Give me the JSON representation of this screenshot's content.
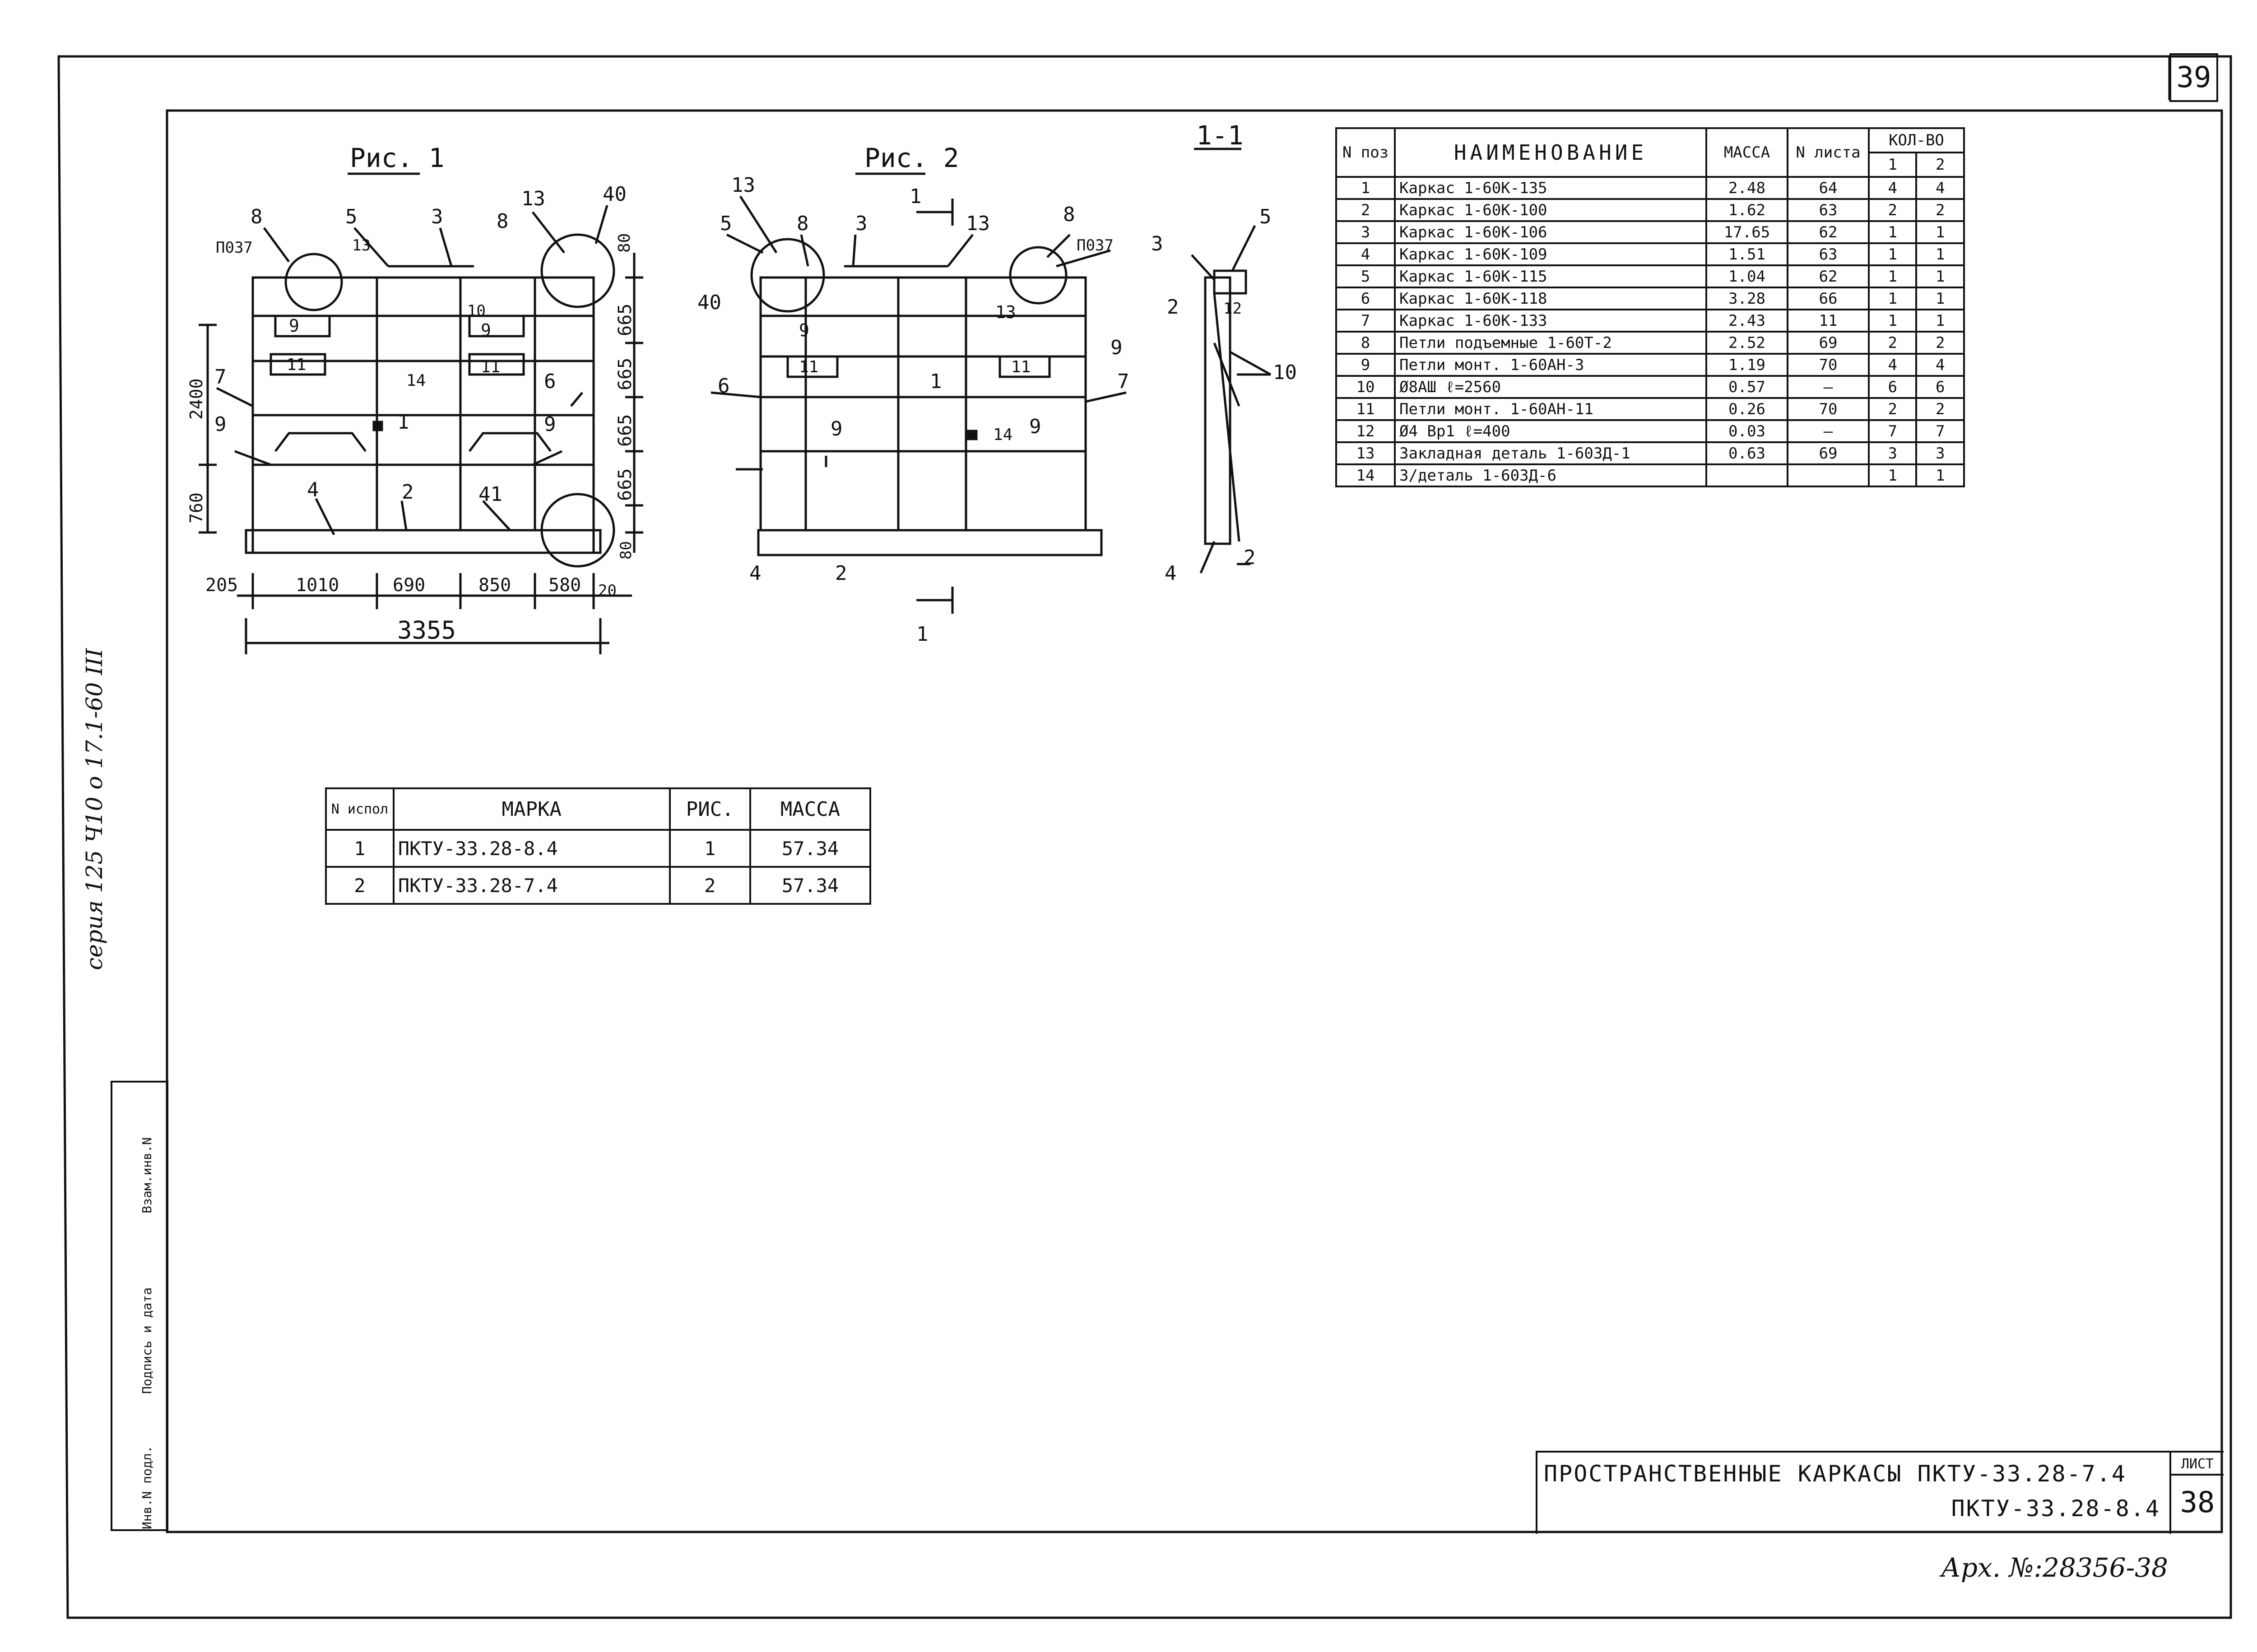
{
  "page_number": "39",
  "figures": {
    "fig1_title": "Рис. 1",
    "fig2_title": "Рис. 2",
    "section_title": "1-1",
    "section_marker": "1"
  },
  "fig1_labels": {
    "p8": "8",
    "p5": "5",
    "p3": "3",
    "p13": "13",
    "p40": "40",
    "p8b": "8",
    "p037": "П037",
    "p10": "10",
    "p9a": "9",
    "p9b": "9",
    "p11a": "11",
    "p11b": "11",
    "p14": "14",
    "p7": "7",
    "p6": "6",
    "p9c": "9",
    "p9d": "9",
    "p1": "1",
    "p2": "2",
    "p41": "41",
    "p4": "4"
  },
  "fig1_dims": {
    "h1": "80",
    "h2": "665",
    "h3": "665",
    "h4": "665",
    "h5": "665",
    "h6": "80",
    "left_top": "2400",
    "left_bottom": "760",
    "b1": "205",
    "b2": "1010",
    "b3": "690",
    "b4": "850",
    "b5": "580",
    "b6": "20",
    "total": "3355"
  },
  "fig2_labels": {
    "p13a": "13",
    "p5": "5",
    "p8a": "8",
    "p3": "3",
    "cut1": "1",
    "p13b": "13",
    "p8b": "8",
    "p037": "П037",
    "p40": "40",
    "p6": "6",
    "p11a": "11",
    "p1": "1",
    "p11b": "11",
    "p9a": "9",
    "p14": "14",
    "p9b": "9",
    "p9c": "9",
    "p7": "7",
    "p4": "4",
    "p2": "2",
    "cut1b": "1"
  },
  "section_labels": {
    "p3": "3",
    "p5": "5",
    "p2": "2",
    "p12": "12",
    "p10": "10",
    "p4": "4",
    "p2b": "2"
  },
  "spec_table": {
    "headers": {
      "pos": "N поз",
      "name": "НАИМЕНОВАНИЕ",
      "mass": "МАССА",
      "sheet": "N листа",
      "qty": "КОЛ-ВО",
      "q1": "1",
      "q2": "2"
    },
    "rows": [
      {
        "pos": "1",
        "name": "Каркас 1-60К-135",
        "mass": "2.48",
        "sheet": "64",
        "q1": "4",
        "q2": "4"
      },
      {
        "pos": "2",
        "name": "Каркас 1-60К-100",
        "mass": "1.62",
        "sheet": "63",
        "q1": "2",
        "q2": "2"
      },
      {
        "pos": "3",
        "name": "Каркас 1-60К-106",
        "mass": "17.65",
        "sheet": "62",
        "q1": "1",
        "q2": "1"
      },
      {
        "pos": "4",
        "name": "Каркас 1-60К-109",
        "mass": "1.51",
        "sheet": "63",
        "q1": "1",
        "q2": "1"
      },
      {
        "pos": "5",
        "name": "Каркас 1-60К-115",
        "mass": "1.04",
        "sheet": "62",
        "q1": "1",
        "q2": "1"
      },
      {
        "pos": "6",
        "name": "Каркас 1-60К-118",
        "mass": "3.28",
        "sheet": "66",
        "q1": "1",
        "q2": "1"
      },
      {
        "pos": "7",
        "name": "Каркас 1-60К-133",
        "mass": "2.43",
        "sheet": "11",
        "q1": "1",
        "q2": "1"
      },
      {
        "pos": "8",
        "name": "Петли подъемные 1-60Т-2",
        "mass": "2.52",
        "sheet": "69",
        "q1": "2",
        "q2": "2"
      },
      {
        "pos": "9",
        "name": "Петли монт. 1-60АН-3",
        "mass": "1.19",
        "sheet": "70",
        "q1": "4",
        "q2": "4"
      },
      {
        "pos": "10",
        "name": "Ø8АШ     ℓ=2560",
        "mass": "0.57",
        "sheet": "—",
        "q1": "6",
        "q2": "6"
      },
      {
        "pos": "11",
        "name": "Петли монт. 1-60АН-11",
        "mass": "0.26",
        "sheet": "70",
        "q1": "2",
        "q2": "2"
      },
      {
        "pos": "12",
        "name": "Ø4 Вр1    ℓ=400",
        "mass": "0.03",
        "sheet": "—",
        "q1": "7",
        "q2": "7"
      },
      {
        "pos": "13",
        "name": "Закладная деталь 1-60ЗД-1",
        "mass": "0.63",
        "sheet": "69",
        "q1": "3",
        "q2": "3"
      },
      {
        "pos": "14",
        "name": "З/деталь 1-60ЗД-6",
        "mass": "",
        "sheet": "",
        "q1": "1",
        "q2": "1"
      }
    ]
  },
  "marks_table": {
    "headers": {
      "num": "N испол",
      "mark": "МАРКА",
      "fig": "РИС.",
      "mass": "МАССА"
    },
    "rows": [
      {
        "num": "1",
        "mark": "ПКТУ-33.28-8.4",
        "fig": "1",
        "mass": "57.34"
      },
      {
        "num": "2",
        "mark": "ПКТУ-33.28-7.4",
        "fig": "2",
        "mass": "57.34"
      }
    ]
  },
  "title_block": {
    "line1": "ПРОСТРАНСТВЕННЫЕ КАРКАСЫ ПКТУ-33.28-7.4",
    "line2": "ПКТУ-33.28-8.4",
    "sheet_label": "ЛИСТ",
    "sheet_number": "38"
  },
  "archive_number": "Арх. №:28356-38",
  "side_stamp": "серия 125 Ч10 о 17.1-60 III",
  "approval_strip": [
    "Инв.N подл.",
    "Подпись и дата",
    "Взам.инв.N"
  ]
}
